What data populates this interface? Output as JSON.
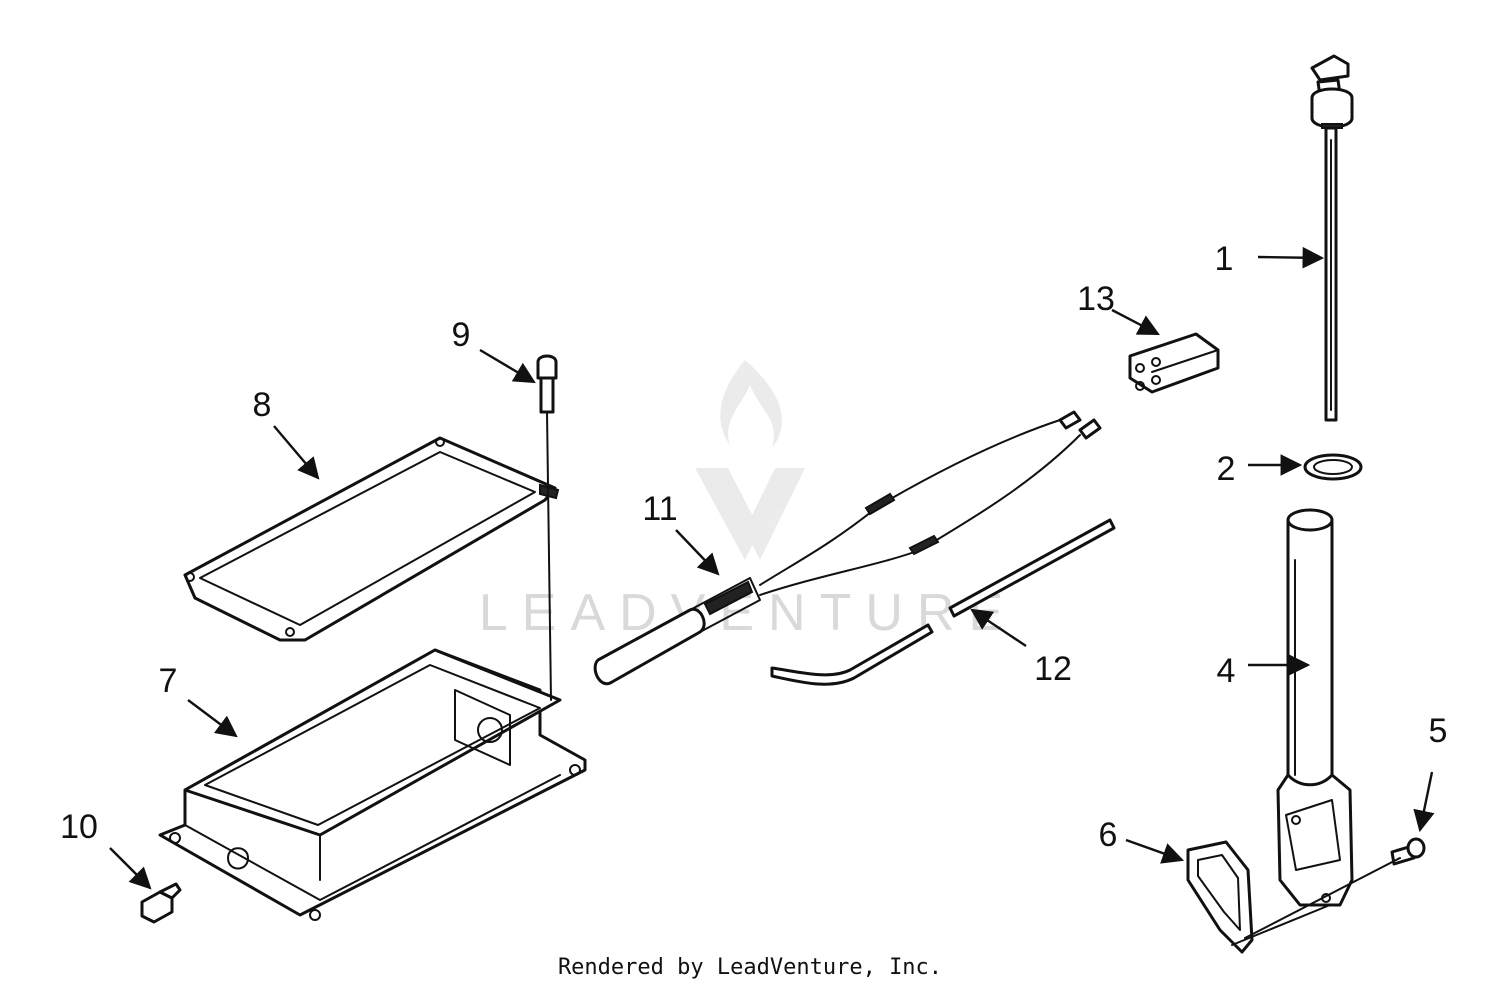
{
  "callouts": [
    {
      "id": "1",
      "label": "1"
    },
    {
      "id": "2",
      "label": "2"
    },
    {
      "id": "4",
      "label": "4"
    },
    {
      "id": "5",
      "label": "5"
    },
    {
      "id": "6",
      "label": "6"
    },
    {
      "id": "7",
      "label": "7"
    },
    {
      "id": "8",
      "label": "8"
    },
    {
      "id": "9",
      "label": "9"
    },
    {
      "id": "10",
      "label": "10"
    },
    {
      "id": "11",
      "label": "11"
    },
    {
      "id": "12",
      "label": "12"
    },
    {
      "id": "13",
      "label": "13"
    }
  ],
  "credit": "Rendered by LeadVenture, Inc.",
  "watermark": {
    "text": "LEADVENTURE",
    "color": "#d9d9d9"
  },
  "colors": {
    "ink": "#111111",
    "background": "#ffffff"
  }
}
